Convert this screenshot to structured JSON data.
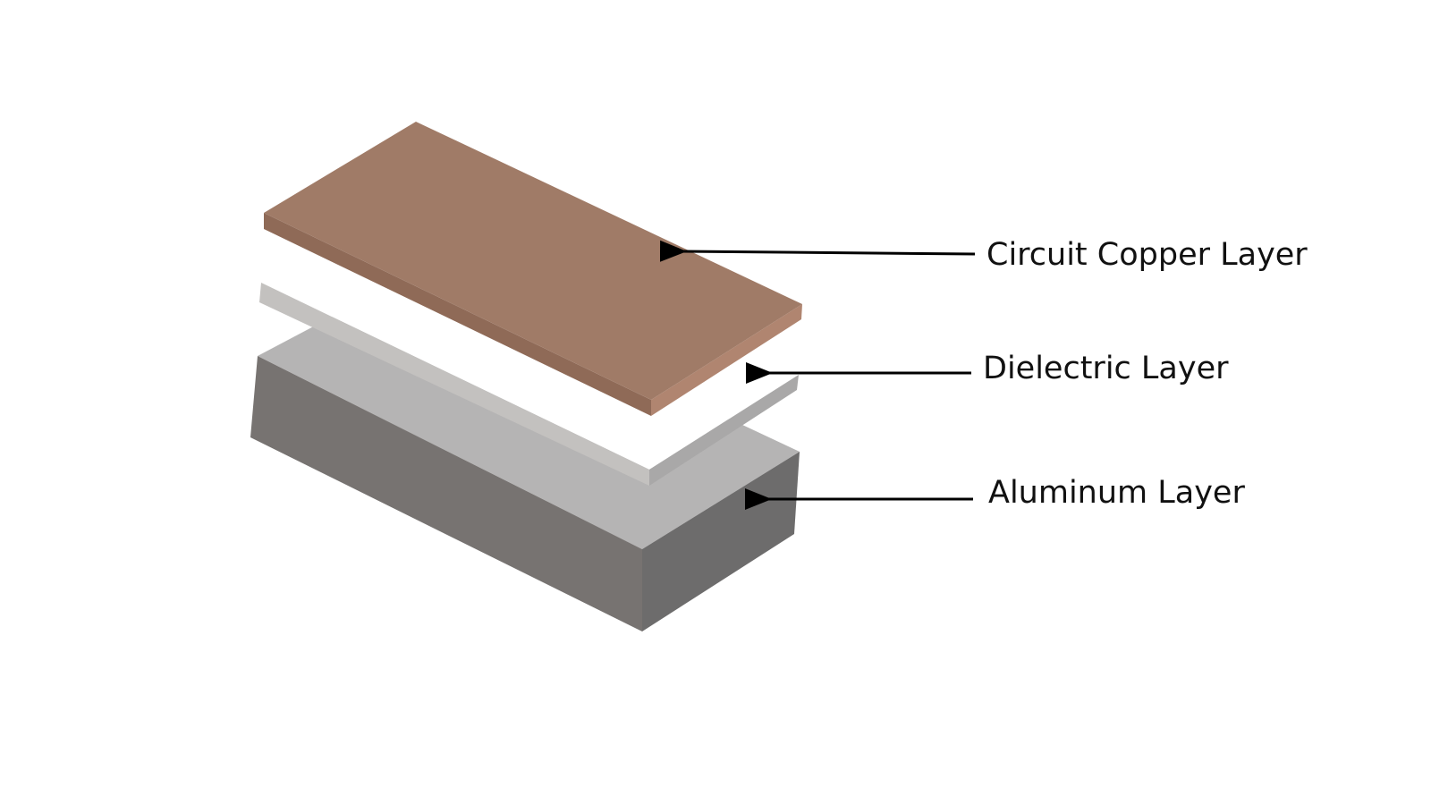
{
  "diagram": {
    "labels": {
      "copper": "Circuit Copper Layer",
      "dielectric": "Dielectric Layer",
      "aluminum": "Aluminum Layer"
    },
    "colors": {
      "copper_top": "#a07b67",
      "copper_side_front": "#b08570",
      "copper_side_left": "#8f6a57",
      "dielectric_top": "#ffffff",
      "dielectric_side": "#bdbbb9",
      "aluminum_top": "#b5b4b4",
      "aluminum_front": "#777371",
      "aluminum_right": "#6d6c6c",
      "arrow": "#000000",
      "text": "#111111"
    }
  }
}
